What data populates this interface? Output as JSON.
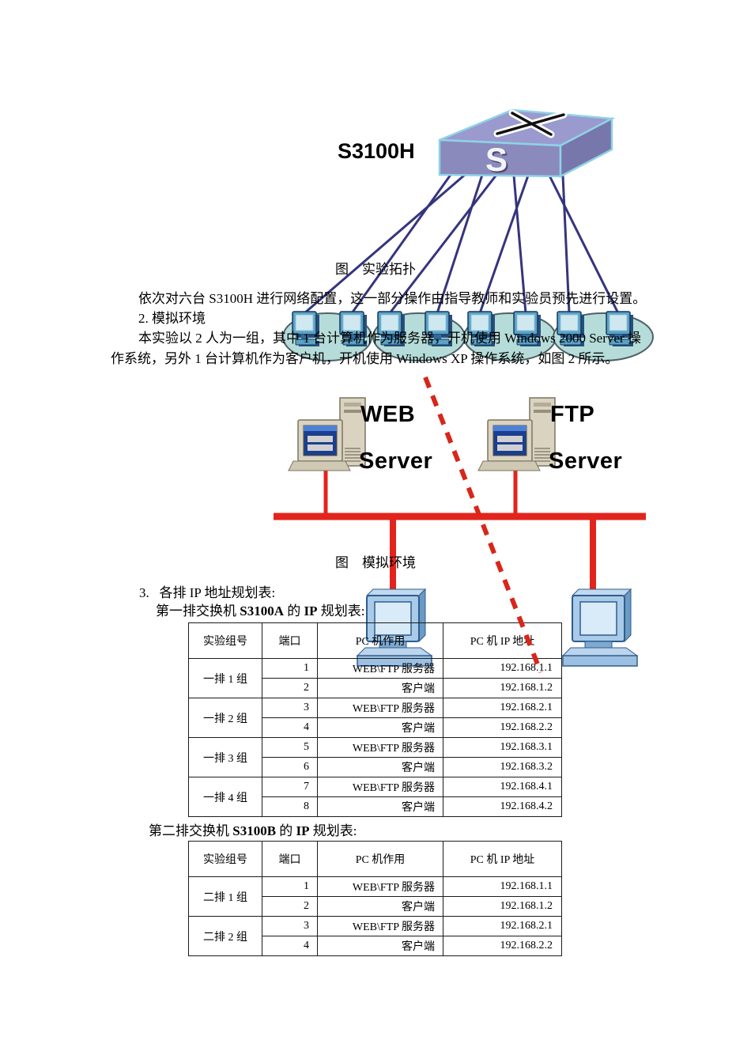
{
  "figure_topology": {
    "switch_label": "S3100H",
    "switch_letter": "S",
    "caption": "图　实验拓扑"
  },
  "body_text": {
    "line1": "依次对六台 S3100H 进行网络配置，这一部分操作由指导教师和实验员预先进行设置。",
    "line2": "2. 模拟环境",
    "line3": "本实验以 2 人为一组，其中 1 台计算机作为服务器，开机使用 Windows 2000 Server 操",
    "line4": "作系统，另外 1 台计算机作为客户机，开机使用 Windows XP 操作系统，如图 2 所示。"
  },
  "figure_simulation": {
    "web_label_top": "WEB",
    "web_label_bottom": "Server",
    "ftp_label_top": "FTP",
    "ftp_label_bottom": "Server",
    "caption": "图　模拟环境"
  },
  "section3": {
    "heading": "3.   各排 IP 地址规划表:",
    "table1_title": {
      "t1": "第一排交换机 ",
      "b1": "S3100A",
      "t2": " 的 ",
      "b2": "IP",
      "t3": " 规划表:"
    },
    "table2_title": {
      "t1": "第二排交换机 ",
      "b1": "S3100B",
      "t2": " 的 ",
      "b2": "IP",
      "t3": " 规划表:"
    }
  },
  "tables": {
    "headers": [
      "实验组号",
      "端口",
      "PC 机作用",
      "PC 机 IP 地址"
    ],
    "t1": {
      "groups": [
        {
          "name": "一排 1 组",
          "rows": [
            {
              "port": "1",
              "role": "WEB\\FTP 服务器",
              "ip": "192.168.1.1"
            },
            {
              "port": "2",
              "role": "客户端",
              "ip": "192.168.1.2"
            }
          ]
        },
        {
          "name": "一排 2 组",
          "rows": [
            {
              "port": "3",
              "role": "WEB\\FTP 服务器",
              "ip": "192.168.2.1"
            },
            {
              "port": "4",
              "role": "客户端",
              "ip": "192.168.2.2"
            }
          ]
        },
        {
          "name": "一排 3 组",
          "rows": [
            {
              "port": "5",
              "role": "WEB\\FTP 服务器",
              "ip": "192.168.3.1"
            },
            {
              "port": "6",
              "role": "客户端",
              "ip": "192.168.3.2"
            }
          ]
        },
        {
          "name": "一排 4 组",
          "rows": [
            {
              "port": "7",
              "role": "WEB\\FTP 服务器",
              "ip": "192.168.4.1"
            },
            {
              "port": "8",
              "role": "客户端",
              "ip": "192.168.4.2"
            }
          ]
        }
      ]
    },
    "t2": {
      "groups": [
        {
          "name": "二排 1 组",
          "rows": [
            {
              "port": "1",
              "role": "WEB\\FTP 服务器",
              "ip": "192.168.1.1"
            },
            {
              "port": "2",
              "role": "客户端",
              "ip": "192.168.1.2"
            }
          ]
        },
        {
          "name": "二排 2 组",
          "rows": [
            {
              "port": "3",
              "role": "WEB\\FTP 服务器",
              "ip": "192.168.2.1"
            },
            {
              "port": "4",
              "role": "客户端",
              "ip": "192.168.2.2"
            }
          ]
        }
      ]
    }
  },
  "colors": {
    "bus_red": "#e2251c",
    "dashed_red": "#d8261a",
    "link_navy": "#35357d",
    "ellipse_fill": "#b5dcd8",
    "switch_front": "#8a8abd",
    "switch_top": "#9a9ace",
    "switch_side": "#7777ab"
  }
}
